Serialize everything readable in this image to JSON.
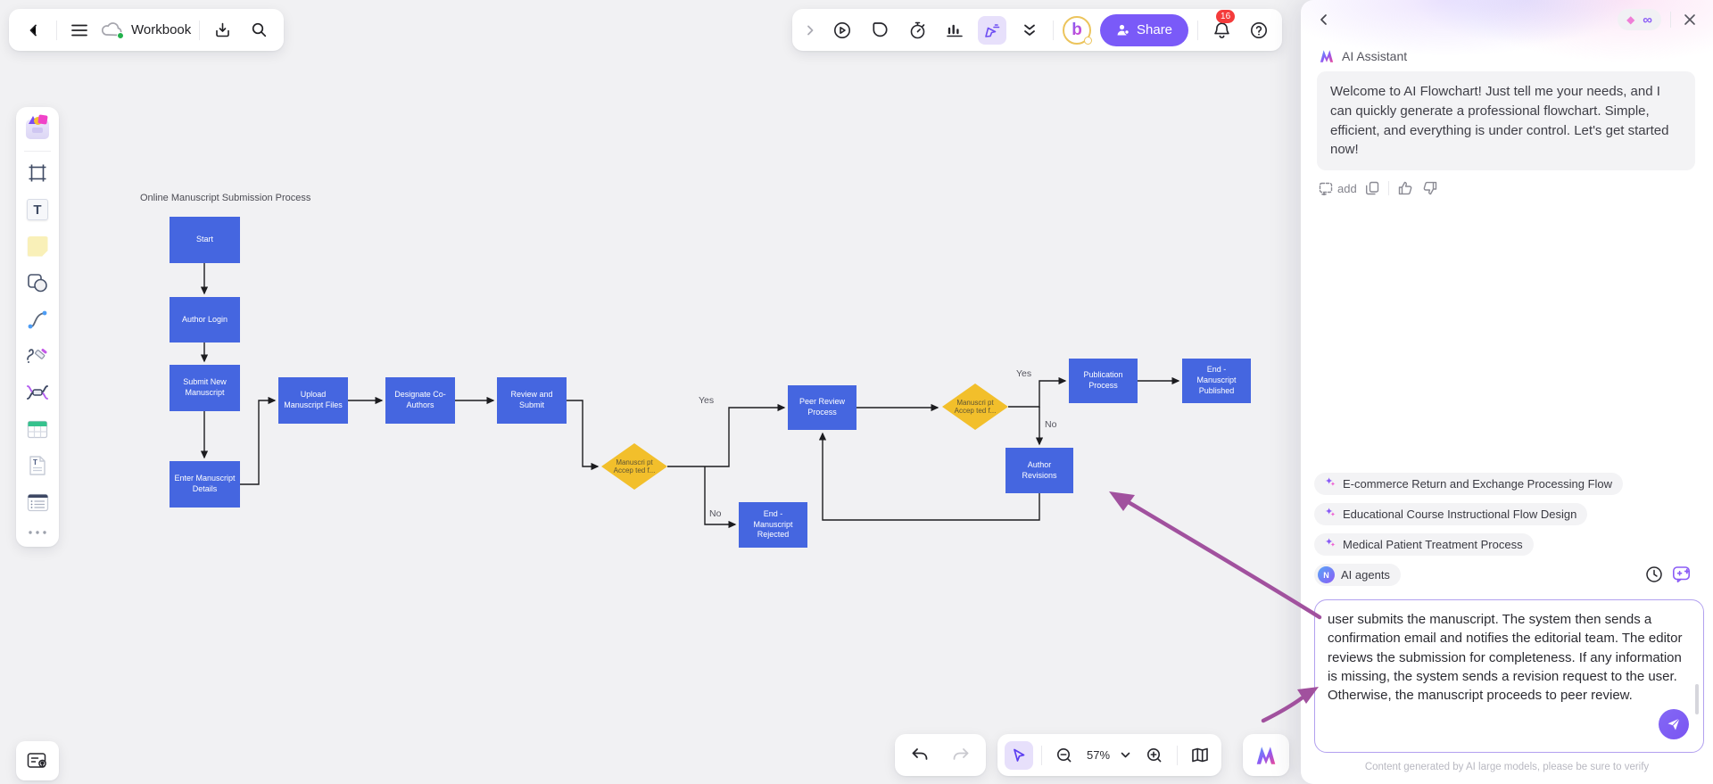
{
  "window": {
    "doc_title": "Workbook",
    "share_label": "Share",
    "notification_count": "16",
    "zoom_level": "57%"
  },
  "flowchart": {
    "title": "Online Manuscript Submission Process",
    "nodes": {
      "start": "Start",
      "author_login": "Author Login",
      "submit_new": "Submit New Manuscript",
      "enter_details": "Enter Manuscript Details",
      "upload_files": "Upload Manuscript Files",
      "designate": "Designate Co-Authors",
      "review_submit": "Review and Submit",
      "peer_review": "Peer Review Process",
      "end_rejected": "End - Manuscript Rejected",
      "publication": "Publication Process",
      "end_published": "End - Manuscript Published",
      "author_revisions": "Author Revisions",
      "decision1": "Manuscri pt Accep ted f...",
      "decision2": "Manuscri pt Accep ted f..."
    },
    "edge_labels": {
      "yes1": "Yes",
      "no1": "No",
      "yes2": "Yes",
      "no2": "No"
    }
  },
  "assistant": {
    "title": "AI Assistant",
    "welcome_message": "Welcome to AI Flowchart! Just tell me your needs, and I can quickly generate a professional flowchart. Simple, efficient, and everything is under control. Let's get started now!",
    "add_label": "add",
    "suggestions": [
      "E-commerce Return and Exchange Processing Flow",
      "Educational Course Instructional Flow Design",
      "Medical Patient Treatment Process"
    ],
    "agents_label": "AI agents",
    "input_value": "user submits the manuscript. The system then sends a confirmation email and notifies the editorial team. The editor reviews the submission for completeness. If any information is missing, the system sends a revision request to the user. Otherwise, the manuscript proceeds to peer review.",
    "disclaimer": "Content generated by AI large models, please be sure to verify"
  }
}
